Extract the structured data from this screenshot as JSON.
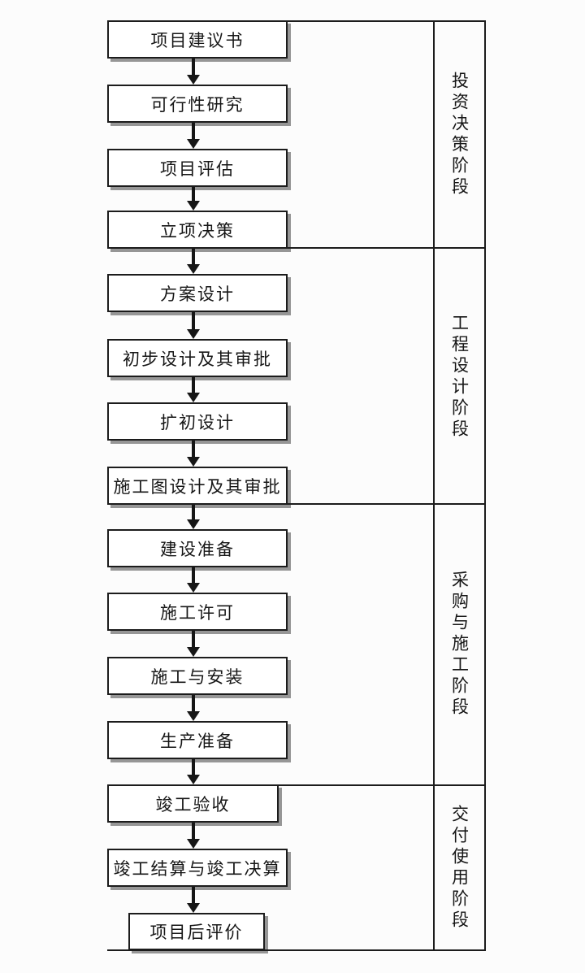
{
  "diagram": {
    "language": "zh-CN",
    "type": "flowchart",
    "direction": "top-to-bottom"
  },
  "colors": {
    "background": "#fcfcfc",
    "line": "#1c1c1c",
    "box_fill": "#ffffff",
    "box_shadow": "#969696",
    "text": "#161616"
  },
  "flowchart": {
    "boxes": [
      {
        "label": "项目建议书"
      },
      {
        "label": "可行性研究"
      },
      {
        "label": "项目评估"
      },
      {
        "label": "立项决策"
      },
      {
        "label": "方案设计"
      },
      {
        "label": "初步设计及其审批"
      },
      {
        "label": "扩初设计"
      },
      {
        "label": "施工图设计及其审批"
      },
      {
        "label": "建设准备"
      },
      {
        "label": "施工许可"
      },
      {
        "label": "施工与安装"
      },
      {
        "label": "生产准备"
      },
      {
        "label": "竣工验收"
      },
      {
        "label": "竣工结算与竣工决算"
      },
      {
        "label": "项目后评价"
      }
    ]
  },
  "phases": [
    {
      "label": "投资决策阶段"
    },
    {
      "label": "工程设计阶段"
    },
    {
      "label": "采购与施工阶段"
    },
    {
      "label": "交付使用阶段"
    }
  ]
}
